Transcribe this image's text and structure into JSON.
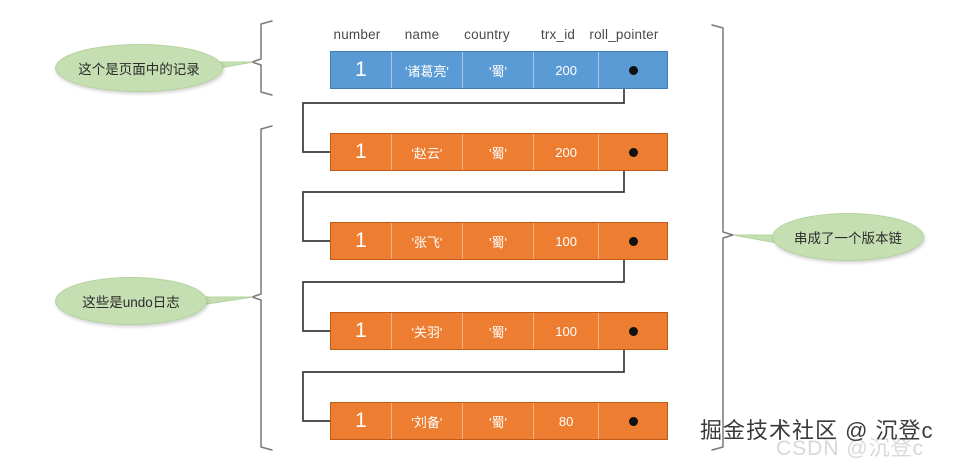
{
  "diagram": {
    "title": "MVCC version chain diagram",
    "colors": {
      "page_record_fill": "#5b9bd5",
      "undo_record_fill": "#ed7d31",
      "callout_fill": "#c5dfb3",
      "connector": "#3a3a3a"
    },
    "columns": [
      {
        "key": "number",
        "label": "number"
      },
      {
        "key": "name",
        "label": "name"
      },
      {
        "key": "country",
        "label": "country"
      },
      {
        "key": "trx_id",
        "label": "trx_id"
      },
      {
        "key": "roll_pointer",
        "label": "roll_pointer"
      }
    ],
    "page_record": {
      "kind": "page-record",
      "number": "1",
      "name": "'诸葛亮'",
      "country": "'蜀'",
      "trx_id": "200",
      "roll_pointer": "pointer-dot"
    },
    "undo_records": [
      {
        "kind": "undo-log",
        "number": "1",
        "name": "'赵云'",
        "country": "'蜀'",
        "trx_id": "200",
        "roll_pointer": "pointer-dot"
      },
      {
        "kind": "undo-log",
        "number": "1",
        "name": "'张飞'",
        "country": "'蜀'",
        "trx_id": "100",
        "roll_pointer": "pointer-dot"
      },
      {
        "kind": "undo-log",
        "number": "1",
        "name": "'关羽'",
        "country": "'蜀'",
        "trx_id": "100",
        "roll_pointer": "pointer-dot"
      },
      {
        "kind": "undo-log",
        "number": "1",
        "name": "'刘备'",
        "country": "'蜀'",
        "trx_id": "80",
        "roll_pointer": "pointer-dot-end"
      }
    ],
    "callouts": {
      "page_record": "这个是页面中的记录",
      "undo_logs": "这些是undo日志",
      "version_chain": "串成了一个版本链"
    },
    "watermark": {
      "main": "掘金技术社区 @ 沉登c",
      "faint": "CSDN @沉登c"
    }
  }
}
